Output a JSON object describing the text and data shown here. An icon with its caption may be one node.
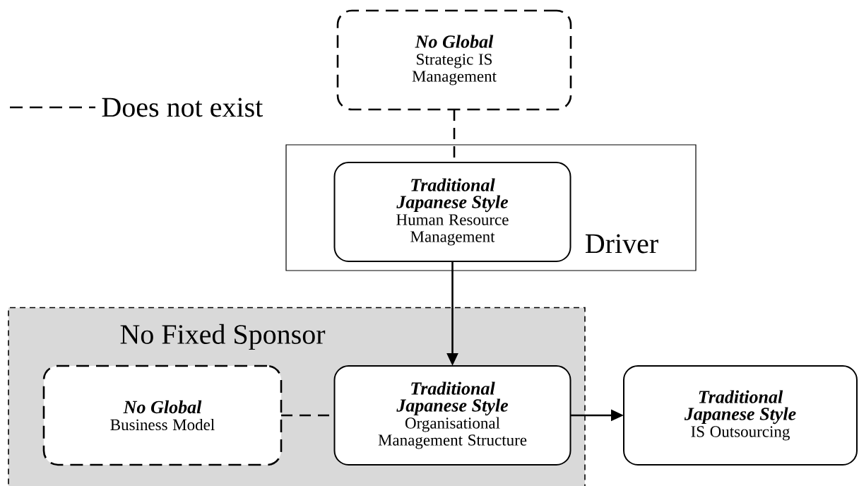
{
  "diagram": {
    "nodes": [
      {
        "text": [
          "No Global",
          "Strategic IS Management"
        ]
      },
      {
        "text": [
          "Driver"
        ]
      },
      {
        "text": [
          "Traditional Japanese Style",
          "Human Resource Management"
        ],
        "in": 1
      },
      {
        "text": [
          "No Fixed Sponsor"
        ]
      },
      {
        "text": [
          "No Global",
          "Business Model"
        ],
        "in": 3
      },
      {
        "text": [
          "Traditional Japanese Style",
          "Organisational Management Structure"
        ],
        "in": 3
      },
      {
        "text": [
          "Traditional Japanese Style",
          "IS Outsourcing"
        ]
      }
    ],
    "edges": [
      {
        "from": 0,
        "to": 2,
        "arrow": "none",
        "style": "dashed"
      },
      {
        "from": 2,
        "to": 5,
        "arrow": "to"
      },
      {
        "from": 4,
        "to": 5,
        "arrow": "none",
        "style": "dashed"
      },
      {
        "from": 5,
        "to": 6,
        "arrow": "to"
      }
    ],
    "legend": [
      {
        "text": "Does not exist"
      }
    ]
  }
}
